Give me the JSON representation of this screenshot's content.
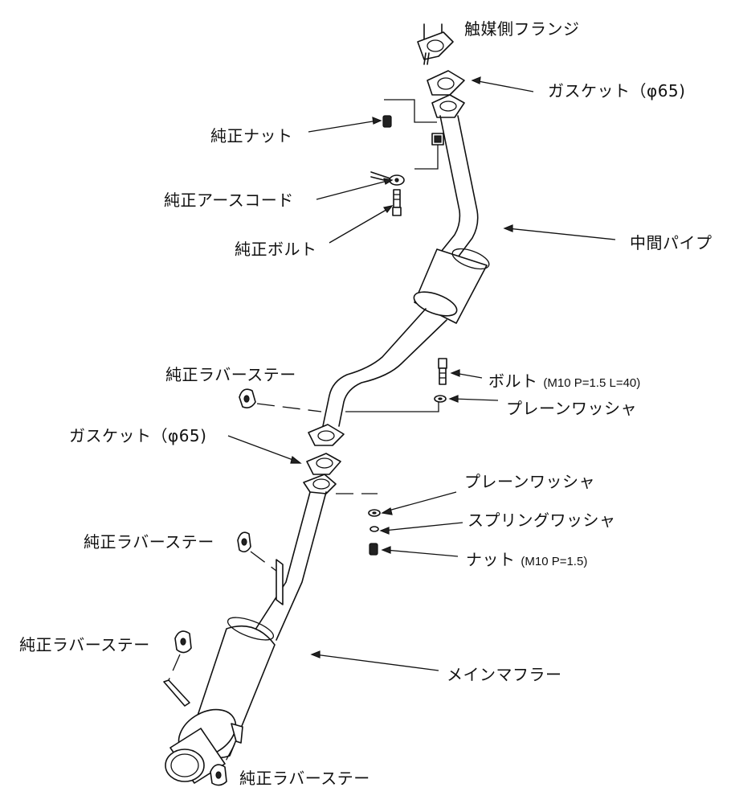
{
  "labels": {
    "catalyst_flange": "触媒側フランジ",
    "gasket_top": "ガスケット（φ65)",
    "oem_nut": "純正ナット",
    "oem_ground_cord": "純正アースコード",
    "oem_bolt": "純正ボルト",
    "center_pipe": "中間パイプ",
    "rubber_stay_1": "純正ラバーステー",
    "bolt": "ボルト",
    "bolt_spec": "(M10 P=1.5 L=40)",
    "plain_washer_1": "プレーンワッシャ",
    "gasket_mid": "ガスケット（φ65)",
    "plain_washer_2": "プレーンワッシャ",
    "spring_washer": "スプリングワッシャ",
    "rubber_stay_2": "純正ラバーステー",
    "nut": "ナット",
    "nut_spec": "(M10 P=1.5)",
    "rubber_stay_3": "純正ラバーステー",
    "main_muffler": "メインマフラー",
    "rubber_stay_4": "純正ラバーステー"
  },
  "colors": {
    "line": "#111111",
    "background": "#ffffff"
  }
}
